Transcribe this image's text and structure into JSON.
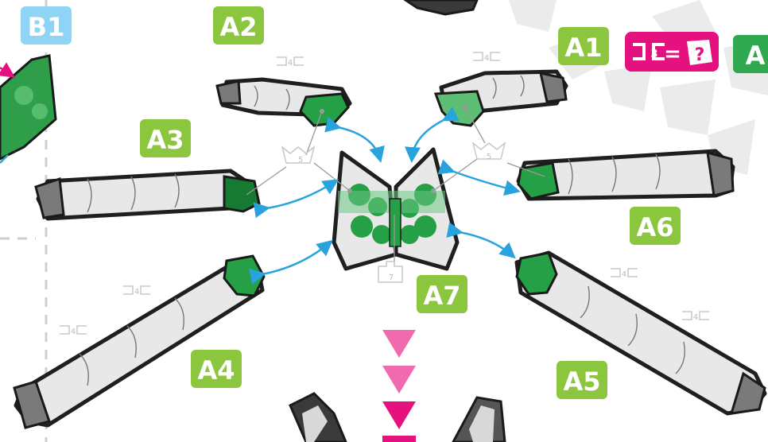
{
  "labels": {
    "b1": "B1",
    "a1": "A1",
    "a2": "A2",
    "a3": "A3",
    "a4": "A4",
    "a5": "A5",
    "a6": "A6",
    "a7": "A7",
    "a_partial": "A"
  },
  "connector_counts": {
    "c4_a": "4",
    "c4_b": "4",
    "c5_a": "5",
    "c5_b": "5",
    "c7": "7",
    "c4_c": "4",
    "c4_d": "4",
    "c4_e": "4",
    "c4_f": "4"
  },
  "legend": {
    "number": "3",
    "equals": "=",
    "question": "?"
  },
  "colors": {
    "label_green": "#8cc63f",
    "piece_green": "#25a046",
    "arrow_blue": "#29a3de",
    "magenta": "#e5117e",
    "pink_arrow": "#f06bae"
  }
}
